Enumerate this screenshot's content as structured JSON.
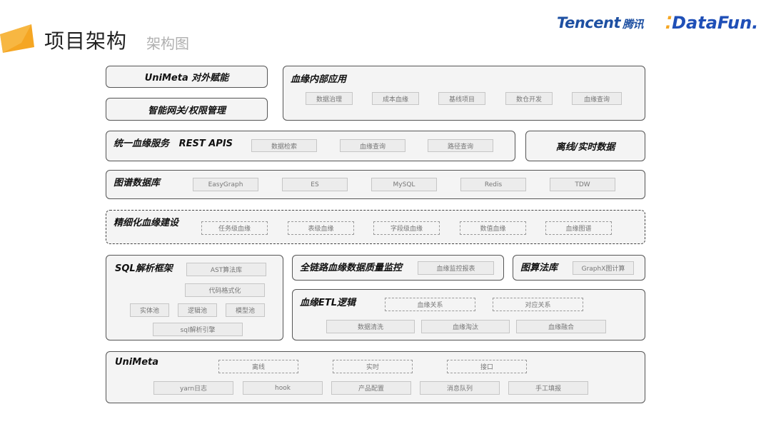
{
  "header": {
    "title": "项目架构",
    "subtitle": "架构图",
    "brand_tencent": "Tencent",
    "brand_tencent_cn": "腾讯",
    "brand_datafun": "DataFun."
  },
  "colors": {
    "accent": "#f5a623",
    "tencent_blue": "#1e50a2",
    "panel_bg": "#f4f4f4",
    "chip_bg": "#ececec"
  },
  "diagram": {
    "unimeta_enable": {
      "title": "UniMeta 对外赋能"
    },
    "gateway": {
      "title": "智能网关/权限管理"
    },
    "internal_apps": {
      "title": "血缘内部应用",
      "items": [
        "数据治理",
        "成本血缘",
        "基线项目",
        "数仓开发",
        "血缘查询"
      ]
    },
    "unified_service": {
      "title": "统一血缘服务   REST APIS",
      "items": [
        "数据检索",
        "血缘查询",
        "路径查询"
      ]
    },
    "offline_realtime": {
      "title": "离线/实时数据"
    },
    "graph_db": {
      "title": "图谱数据库",
      "items": [
        "EasyGraph",
        "ES",
        "MySQL",
        "Redis",
        "TDW"
      ]
    },
    "fine_grained": {
      "title": "精细化血缘建设",
      "items": [
        "任务级血缘",
        "表级血缘",
        "字段级血缘",
        "数值血缘",
        "血缘图谱"
      ]
    },
    "sql_parser": {
      "title": "SQL解析框架",
      "ast": "AST算法库",
      "formatter": "代码格式化",
      "pools": [
        "实体池",
        "逻辑池",
        "模型池"
      ],
      "engine": "sql解析引擎"
    },
    "quality": {
      "title": "全链路血缘数据质量监控",
      "item": "血缘监控报表"
    },
    "algo_lib": {
      "title": "图算法库",
      "item": "GraphX图计算"
    },
    "etl": {
      "title": "血缘ETL逻辑",
      "relations": [
        "血缘关系",
        "对应关系"
      ],
      "steps": [
        "数据清洗",
        "血缘淘汰",
        "血缘融合"
      ]
    },
    "unimeta": {
      "title": "UniMeta",
      "modes": [
        "离线",
        "实时",
        "接口"
      ],
      "sources": [
        "yarn日志",
        "hook",
        "产品配置",
        "消息队列",
        "手工填报"
      ]
    }
  }
}
